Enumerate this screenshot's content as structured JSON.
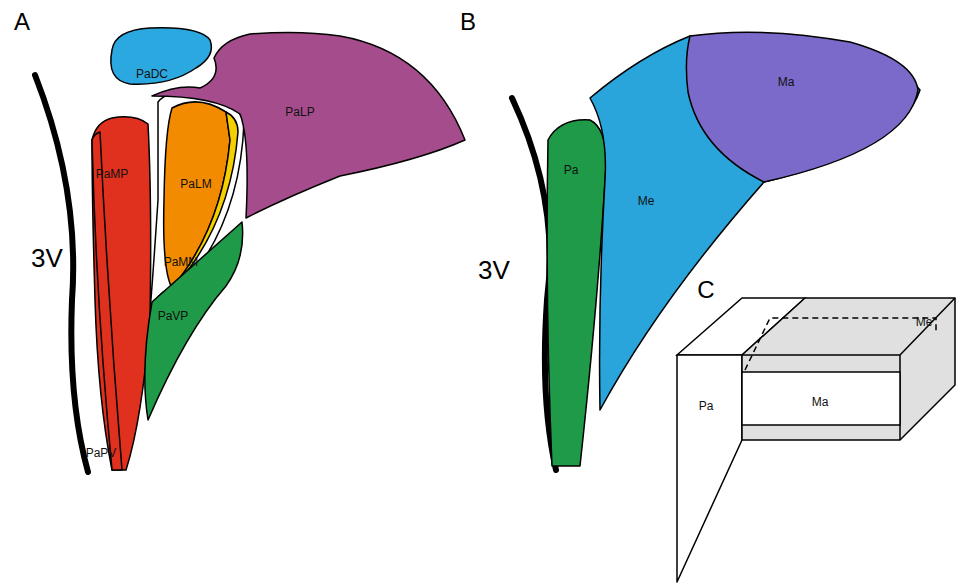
{
  "diagram": {
    "nodes": [
      {
        "text": [
          "PaDC"
        ]
      },
      {
        "text": [
          "PaLP"
        ]
      },
      {
        "text": [
          "PaMP"
        ]
      },
      {
        "text": [
          "PaPV"
        ],
        "in": 2
      },
      {
        "text": [
          "PaLM"
        ]
      },
      {
        "text": [
          "PaMM"
        ]
      },
      {
        "text": [
          "PaVP"
        ]
      },
      {
        "text": [
          "Pa"
        ]
      },
      {
        "text": [
          "Me"
        ]
      },
      {
        "text": [
          "Ma"
        ]
      },
      {
        "text": [
          "Pa"
        ]
      },
      {
        "text": [
          "Me"
        ]
      },
      {
        "text": [
          "Ma"
        ],
        "in": 11
      }
    ],
    "labels": [
      "A",
      "3V",
      "B",
      "3V",
      "C"
    ]
  }
}
